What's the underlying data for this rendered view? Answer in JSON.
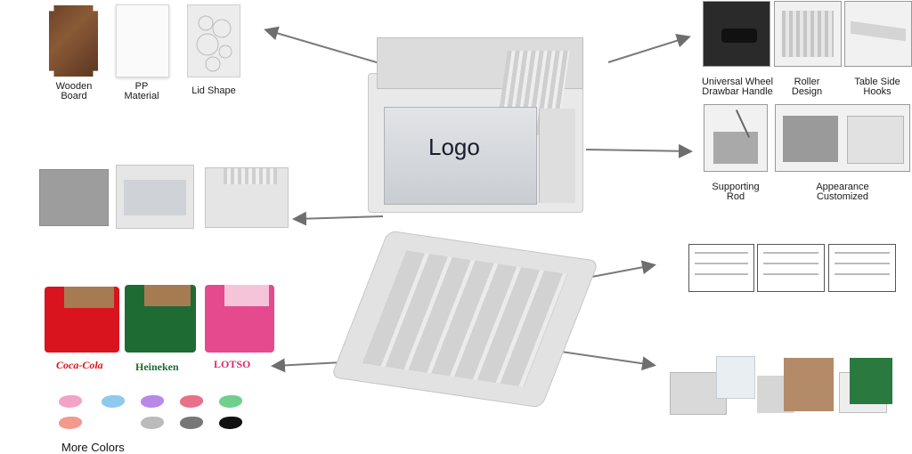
{
  "top_left_features": [
    {
      "label_lines": [
        "Wooden",
        "Board"
      ],
      "icon": "wooden-board-image"
    },
    {
      "label_lines": [
        "PP",
        "Material"
      ],
      "icon": "pp-material-image"
    },
    {
      "label_lines": [
        "Lid Shape"
      ],
      "icon": "lid-shape-image"
    }
  ],
  "top_right_features": [
    {
      "label_lines": [
        "Universal Wheel",
        "Drawbar Handle"
      ],
      "icon": "wheel-handle-image"
    },
    {
      "label_lines": [
        "Roller",
        "Design"
      ],
      "icon": "roller-design-image"
    },
    {
      "label_lines": [
        "Table Side",
        "Hooks"
      ],
      "icon": "side-hooks-image"
    },
    {
      "label_lines": [
        "Supporting",
        "Rod"
      ],
      "icon": "supporting-rod-image"
    },
    {
      "label_lines": [
        "Appearance",
        "Customized"
      ],
      "icon": "appearance-image"
    }
  ],
  "center_box": {
    "logo_text": "Logo"
  },
  "brands": [
    "Coca-Cola",
    "Heineken",
    "LOTSO"
  ],
  "brand_colors": {
    "coca_cola": "#d9141e",
    "heineken": "#1f6b34",
    "lotso": "#e54a8f"
  },
  "swatch_colors": [
    "#f2a3c7",
    "#8ec9ef",
    "#b889e8",
    "#e8708a",
    "#6fcf8f",
    "#f39a8c",
    "#bbbbbb",
    "#777777",
    "#111111"
  ],
  "more_colors_label": "More Colors"
}
